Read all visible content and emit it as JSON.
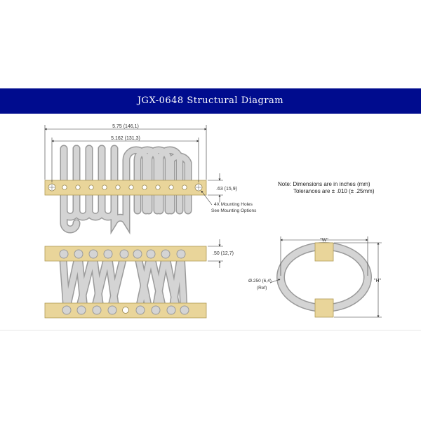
{
  "title": "JGX-0648 Structural Diagram",
  "colors": {
    "banner": "#000c8e",
    "plate": "#e9d59a",
    "coil": "#cfcfcf",
    "coil_edge": "#9a9a9a"
  },
  "top_view": {
    "dim_overall": "5.75 (146,1)",
    "dim_inner": "5.162 (131,3)",
    "dim_thickness": ".63 (15,9)",
    "holes_label_1": "4X Mounting Holes",
    "holes_label_2": "See Mounting Options"
  },
  "side_view": {
    "dim_plate": ".50 (12,7)"
  },
  "end_view": {
    "dim_w": "\"W\"",
    "dim_h": "\"H\"",
    "dim_wire_1": "Ø.250 (6,4)",
    "dim_wire_2": "(Ref)"
  },
  "note": {
    "line1": "Note: Dimensions are in inches (mm)",
    "line2": "Tolerances are ± .010 (± .25mm)"
  }
}
